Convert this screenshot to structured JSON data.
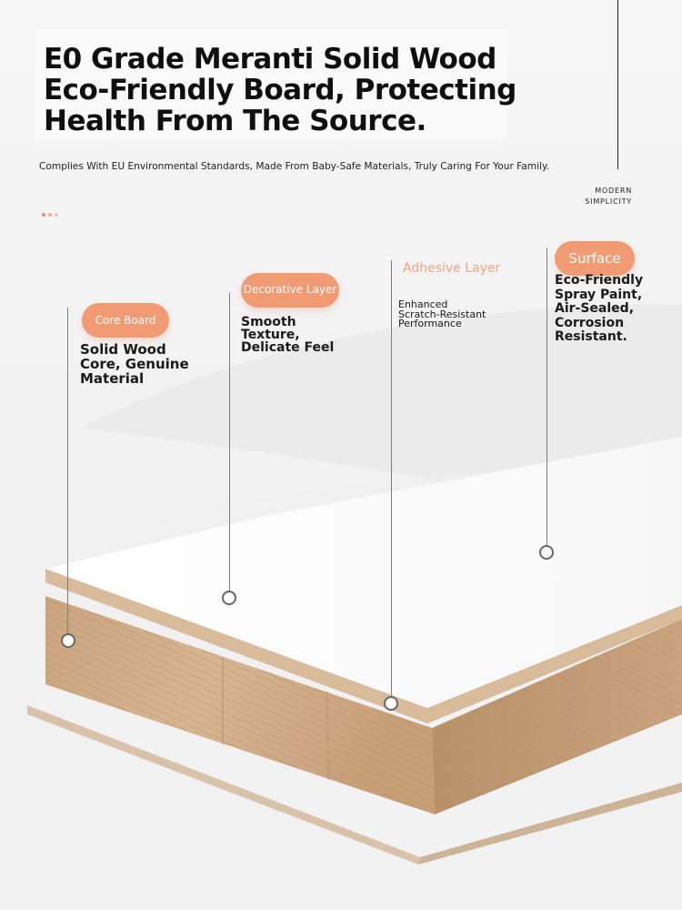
{
  "hero": {
    "title": "E0 Grade Meranti Solid Wood\nEco-Friendly Board, Protecting\nHealth From The Source.",
    "subtitle": "Complies With EU Environmental Standards, Made From Baby-Safe Materials, Truly Caring For Your Family.",
    "brand": "MODERN\nSIMPLICITY"
  },
  "layers": {
    "core": {
      "tag": "Core Board",
      "description": "Solid Wood\nCore, Genuine\nMaterial"
    },
    "decorative": {
      "tag": "Decorative Layer",
      "description": "Smooth\nTexture,\nDelicate Feel"
    },
    "adhesive": {
      "tag": "Adhesive Layer",
      "description": "Enhanced\nScratch-Resistant\nPerformance"
    },
    "surface": {
      "tag": "Surface",
      "description": "Eco-Friendly\nSpray Paint,\nAir-Sealed,\nCorrosion\nResistant."
    }
  },
  "colors": {
    "accent": "#f19b74",
    "accent_text": "#f2a47e",
    "wood": "#c9a27a",
    "laminate": "#fafafa",
    "text": "#111111"
  }
}
